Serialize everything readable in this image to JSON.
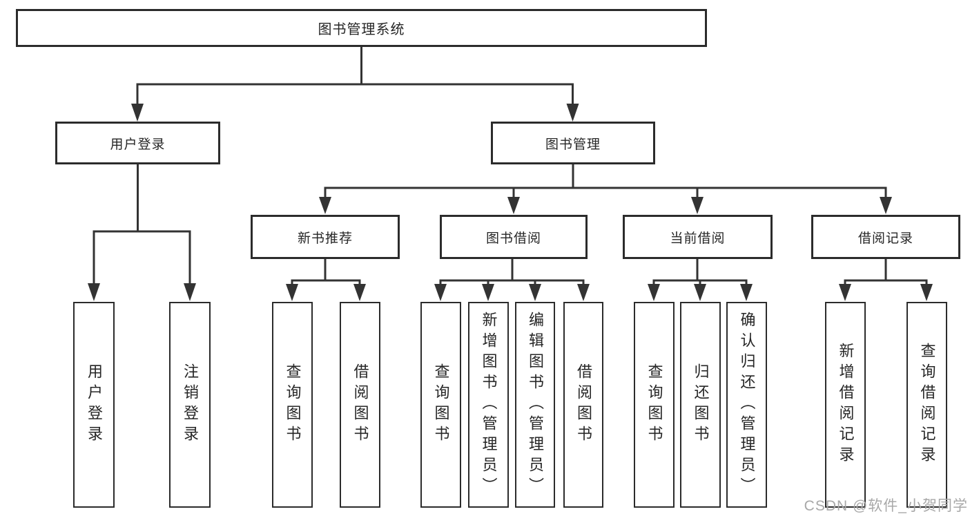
{
  "tree": {
    "label": "图书管理系统",
    "children": [
      {
        "label": "用户登录",
        "children": [
          {
            "label": "用户登录"
          },
          {
            "label": "注销登录"
          }
        ]
      },
      {
        "label": "图书管理",
        "children": [
          {
            "label": "新书推荐",
            "children": [
              {
                "label": "查询图书"
              },
              {
                "label": "借阅图书"
              }
            ]
          },
          {
            "label": "图书借阅",
            "children": [
              {
                "label": "查询图书"
              },
              {
                "label": "新增图书（管理员）"
              },
              {
                "label": "编辑图书（管理员）"
              },
              {
                "label": "借阅图书"
              }
            ]
          },
          {
            "label": "当前借阅",
            "children": [
              {
                "label": "查询图书"
              },
              {
                "label": "归还图书"
              },
              {
                "label": "确认归还（管理员）"
              }
            ]
          },
          {
            "label": "借阅记录",
            "children": [
              {
                "label": "新增借阅记录"
              },
              {
                "label": "查询借阅记录"
              }
            ]
          }
        ]
      }
    ]
  },
  "watermark": {
    "text": "CSDN @软件_小贺同学"
  },
  "colors": {
    "line": "#333333",
    "box_border": "#2b2b2b",
    "text": "#262626",
    "watermark": "#a8a8a8",
    "background": "#ffffff"
  }
}
